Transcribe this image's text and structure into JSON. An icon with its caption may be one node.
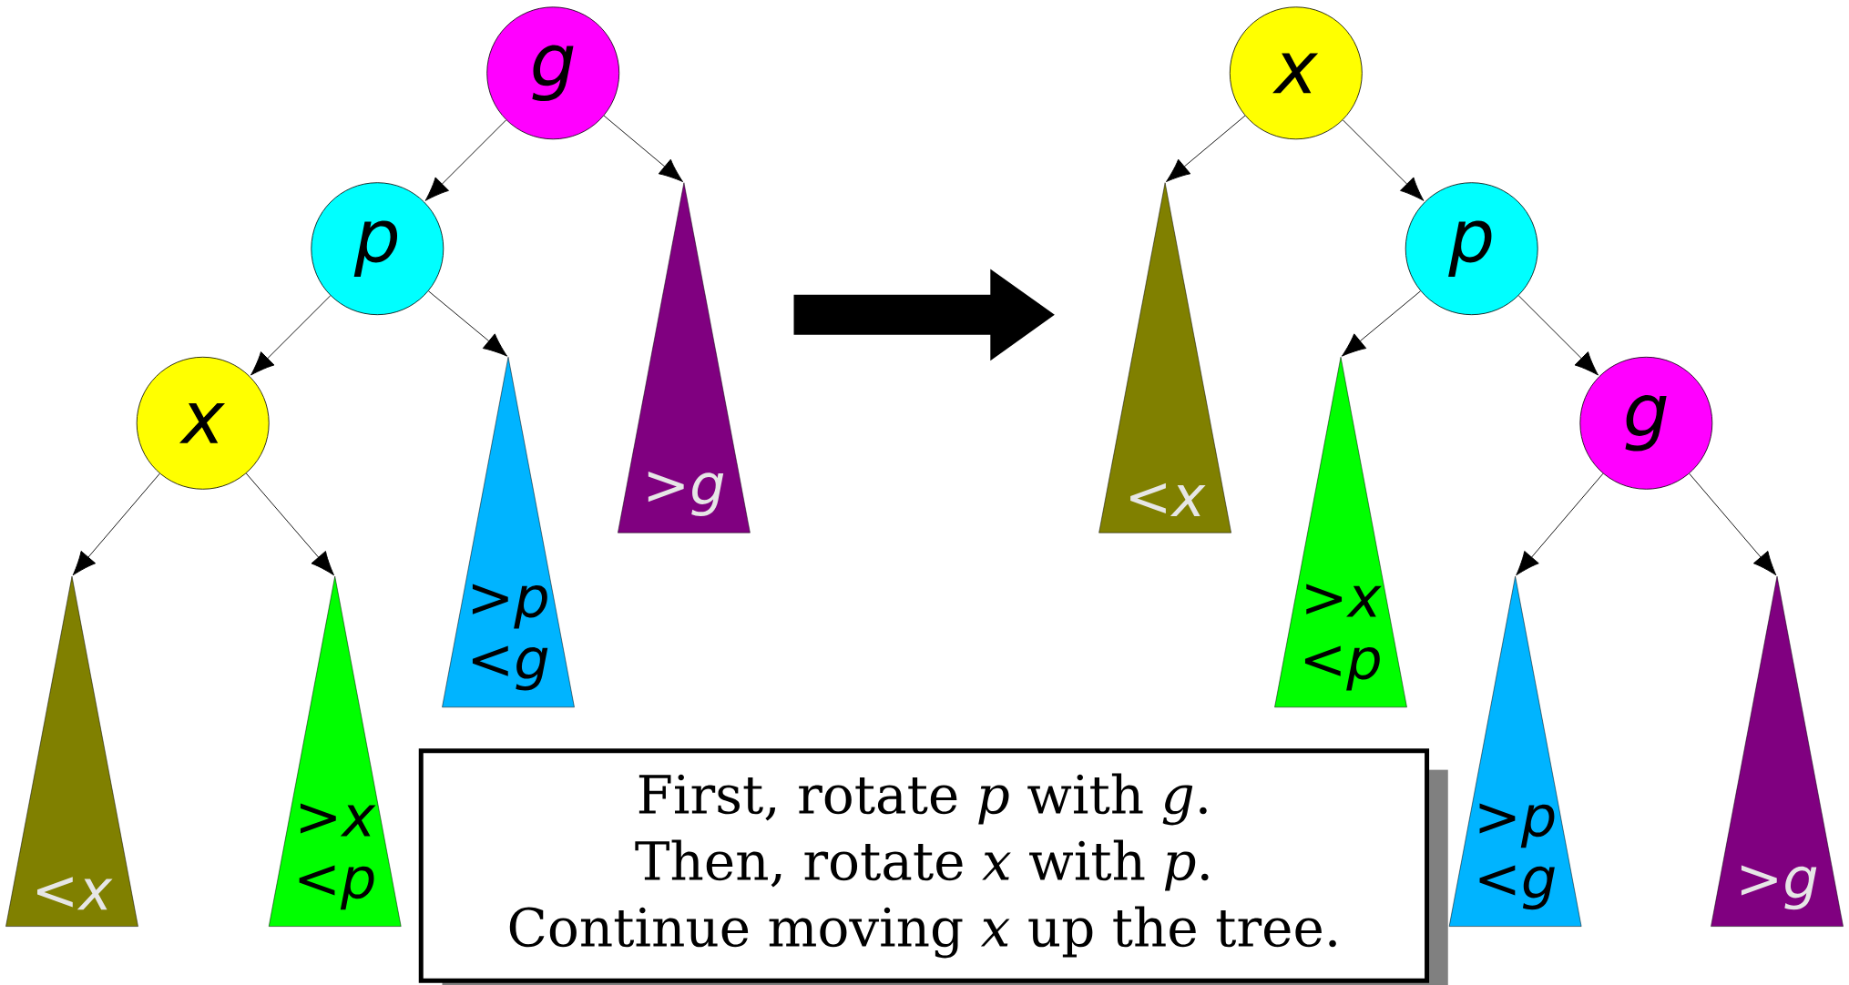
{
  "diagram": {
    "nodes": [
      {
        "text": [
          "g"
        ]
      },
      {
        "text": [
          "p"
        ]
      },
      {
        "text": [
          "x"
        ]
      },
      {
        "text": [
          ">*g*"
        ]
      },
      {
        "text": [
          ">*p* <*g*"
        ]
      },
      {
        "text": [
          "<*x*"
        ]
      },
      {
        "text": [
          ">*x* <*p*"
        ]
      },
      {
        "text": [
          "x"
        ]
      },
      {
        "text": [
          "<*x*"
        ]
      },
      {
        "text": [
          "p"
        ]
      },
      {
        "text": [
          ">*x* <*p*"
        ]
      },
      {
        "text": [
          "g"
        ]
      },
      {
        "text": [
          ">*p* <*g*"
        ]
      },
      {
        "text": [
          ">*g*"
        ]
      },
      {
        "text": [
          "First, rotate *p* with *g*.",
          "Then, rotate *x* with *p*.",
          "Continue moving *x* up the tree."
        ]
      }
    ],
    "edges": [
      {
        "from": 0,
        "to": 1,
        "arrow": "to"
      },
      {
        "from": 0,
        "to": 3,
        "arrow": "to"
      },
      {
        "from": 1,
        "to": 2,
        "arrow": "to"
      },
      {
        "from": 1,
        "to": 4,
        "arrow": "to"
      },
      {
        "from": 2,
        "to": 5,
        "arrow": "to"
      },
      {
        "from": 2,
        "to": 6,
        "arrow": "to"
      },
      {
        "from": 3,
        "to": 8,
        "arrow": "to",
        "style": "thick"
      },
      {
        "from": 7,
        "to": 8,
        "arrow": "to"
      },
      {
        "from": 7,
        "to": 9,
        "arrow": "to"
      },
      {
        "from": 9,
        "to": 10,
        "arrow": "to"
      },
      {
        "from": 9,
        "to": 11,
        "arrow": "to"
      },
      {
        "from": 11,
        "to": 12,
        "arrow": "to"
      },
      {
        "from": 11,
        "to": 13,
        "arrow": "to"
      }
    ]
  }
}
